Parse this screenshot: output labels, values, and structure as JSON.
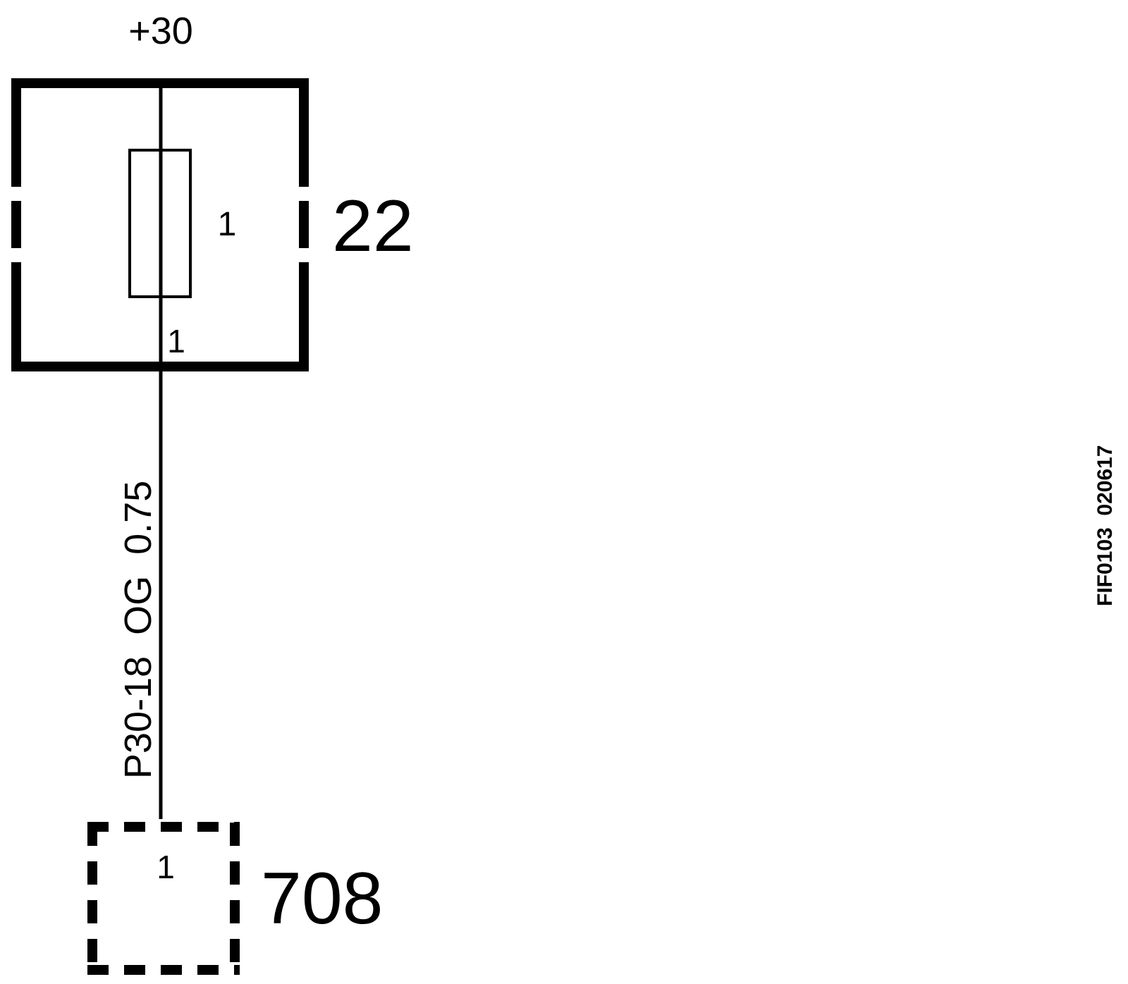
{
  "supply_label": "+30",
  "fuse_box": {
    "ref": "22",
    "fuse_number": "1",
    "pin_label": "1"
  },
  "wire": {
    "label": "P30-18  OG  0.75"
  },
  "component": {
    "ref": "708",
    "pin_label": "1"
  },
  "figure_id": "FIF0103  020617",
  "colors": {
    "ink": "#000000",
    "background": "#ffffff"
  }
}
